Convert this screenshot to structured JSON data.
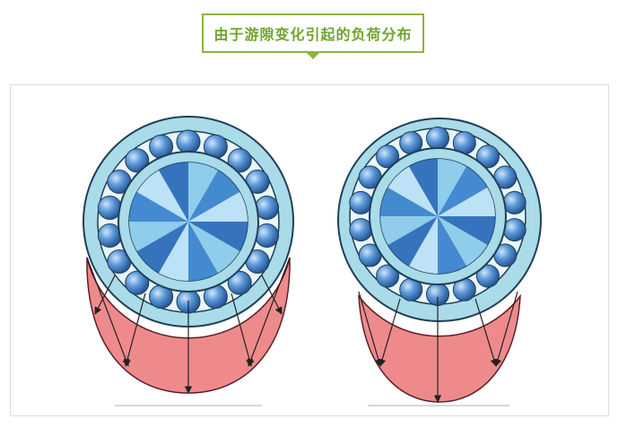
{
  "header": {
    "title": "由于游隙变化引起的负荷分布"
  },
  "colors": {
    "title_border": "#8bb63c",
    "title_text": "#6fa42c",
    "outer_ring": "#a9dbe8",
    "ring_stroke": "#1f3f5a",
    "ball": "#3f7fc7",
    "inner_light": "#a3d4ee",
    "inner_dark": "#3a6eb4",
    "load_zone": "#ef8a8c",
    "arrow": "#222222"
  },
  "figure": {
    "bearings": [
      {
        "name": "left",
        "ball_count": 18,
        "load_arrows": 7
      },
      {
        "name": "right",
        "ball_count": 18,
        "load_arrows": 5
      }
    ]
  }
}
